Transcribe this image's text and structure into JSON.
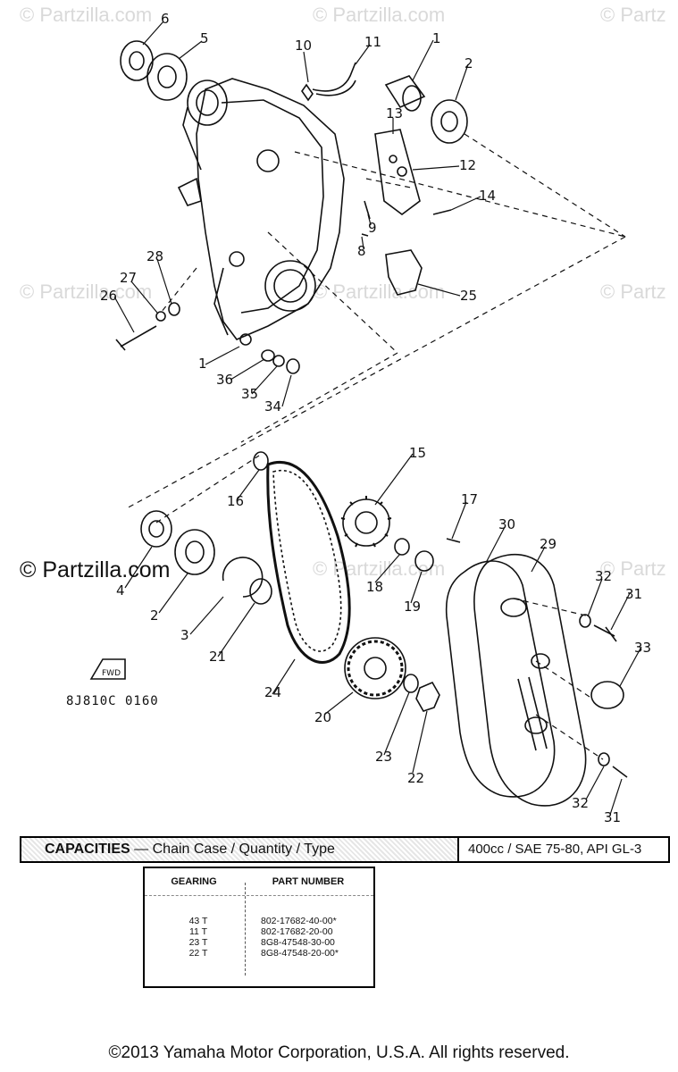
{
  "watermarks": [
    {
      "id": "wm1",
      "text": "© Partzilla.com"
    },
    {
      "id": "wm2",
      "text": "© Partzilla.com"
    },
    {
      "id": "wm3",
      "text": "© Partz"
    },
    {
      "id": "wm4",
      "text": "© Partzilla.com"
    },
    {
      "id": "wm5",
      "text": "© Partzilla.com"
    },
    {
      "id": "wm6",
      "text": "© Partz"
    },
    {
      "id": "wm7",
      "text": "© Partzilla.com"
    },
    {
      "id": "wm8",
      "text": "© Partz"
    }
  ],
  "partzilla_label": "© Partzilla.com",
  "callouts": [
    "6",
    "5",
    "10",
    "11",
    "1",
    "2",
    "13",
    "12",
    "14",
    "9",
    "8",
    "25",
    "28",
    "27",
    "26",
    "1",
    "36",
    "35",
    "34",
    "15",
    "16",
    "17",
    "18",
    "19",
    "30",
    "29",
    "4",
    "2",
    "3",
    "21",
    "24",
    "20",
    "23",
    "22",
    "32",
    "31",
    "33",
    "32",
    "31"
  ],
  "drawing_code": "8J810C 0160",
  "fwd_label": "FWD",
  "capacities": {
    "label_bold": "CAPACITIES",
    "label_rest": " — Chain Case / Quantity / Type",
    "value": "400cc / SAE 75-80, API GL-3"
  },
  "gearing_table": {
    "headers": [
      "GEARING",
      "PART NUMBER"
    ],
    "rows": [
      [
        "43 T",
        "802-17682-40-00*"
      ],
      [
        "11 T",
        "802-17682-20-00"
      ],
      [
        "23 T",
        "8G8-47548-30-00"
      ],
      [
        "22 T",
        "8G8-47548-20-00*"
      ]
    ]
  },
  "copyright": "©2013 Yamaha Motor Corporation, U.S.A. All rights reserved."
}
